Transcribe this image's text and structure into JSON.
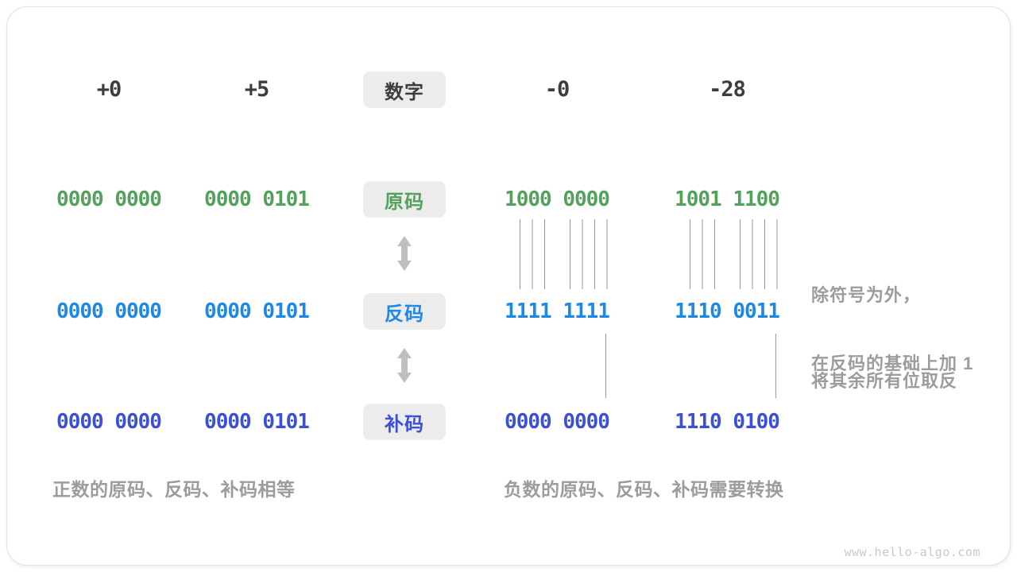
{
  "figure": {
    "topic": "binary sign encodings",
    "header": {
      "label": "数字",
      "values": [
        "+0",
        "+5",
        "-0",
        "-28"
      ]
    },
    "rows": [
      {
        "key": "sign_magnitude",
        "label": "原码",
        "color": "#53a15c",
        "values": [
          "0000 0000",
          "0000 0101",
          "1000 0000",
          "1001 1100"
        ]
      },
      {
        "key": "ones_complement",
        "label": "反码",
        "color": "#1e88e5",
        "values": [
          "0000 0000",
          "0000 0101",
          "1111 1111",
          "1110 0011"
        ]
      },
      {
        "key": "twos_complement",
        "label": "补码",
        "color": "#3b4fd8",
        "values": [
          "0000 0000",
          "0000 0101",
          "0000 0000",
          "1110 0100"
        ]
      }
    ],
    "annotations": {
      "invert_line1": "除符号为外，",
      "invert_line2": "将其余所有位取反",
      "add_one": "在反码的基础上加 1"
    },
    "captions": {
      "positive": "正数的原码、反码、补码相等",
      "negative": "负数的原码、反码、补码需要转换"
    },
    "watermark": "www.hello-algo.com",
    "colors": {
      "header_text": "#3d3d3d",
      "muted_text": "#9c9c9c",
      "label_box_bg": "#ececec",
      "arrow": "#bfbfbf",
      "connector_line": "#979797",
      "watermark": "#c9c9c9"
    }
  }
}
